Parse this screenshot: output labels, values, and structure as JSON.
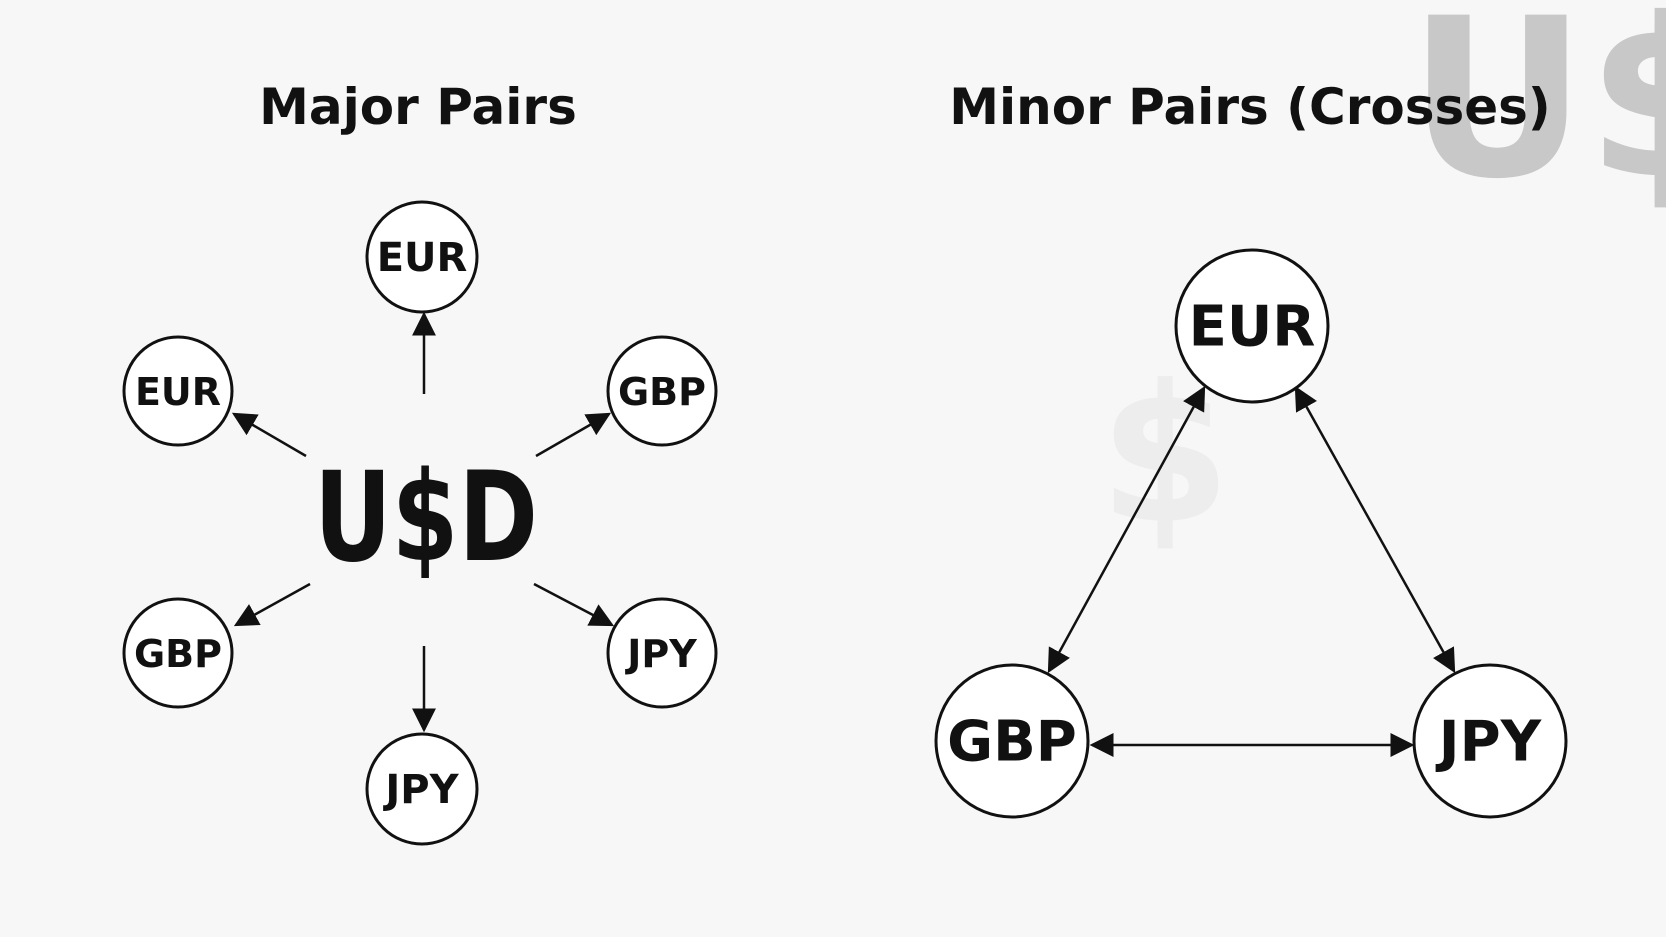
{
  "major": {
    "title": "Major Pairs",
    "hub": "U$D",
    "nodes": [
      {
        "id": "m-eur-top",
        "label": "EUR"
      },
      {
        "id": "m-eur-left",
        "label": "EUR"
      },
      {
        "id": "m-gbp-right",
        "label": "GBP"
      },
      {
        "id": "m-gbp-left",
        "label": "GBP"
      },
      {
        "id": "m-jpy-right",
        "label": "JPY"
      },
      {
        "id": "m-jpy-bottom",
        "label": "JPY"
      }
    ]
  },
  "minor": {
    "title": "Minor Pairs (Crosses)",
    "nodes": [
      {
        "id": "c-eur",
        "label": "EUR"
      },
      {
        "id": "c-gbp",
        "label": "GBP"
      },
      {
        "id": "c-jpy",
        "label": "JPY"
      }
    ],
    "edges": [
      {
        "from": "EUR",
        "to": "GBP",
        "direction": "both"
      },
      {
        "from": "EUR",
        "to": "JPY",
        "direction": "both"
      },
      {
        "from": "GBP",
        "to": "JPY",
        "direction": "both"
      }
    ]
  },
  "watermark": {
    "text": "U$",
    "ghost": "$"
  },
  "colors": {
    "background": "#f7f7f7",
    "ink": "#111111",
    "watermark": "#c8c8c8"
  }
}
